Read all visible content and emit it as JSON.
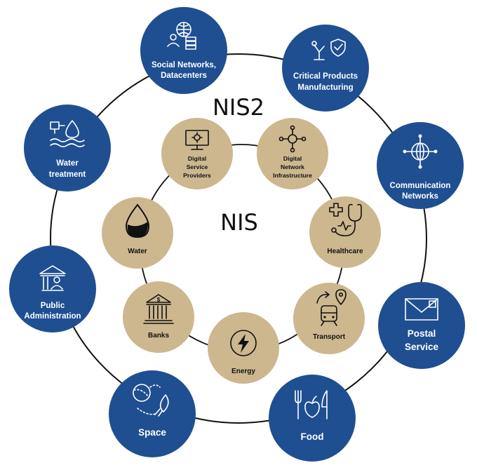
{
  "titles": {
    "outer": "NIS2",
    "inner": "NIS"
  },
  "colors": {
    "outer_node": "#1f4f91",
    "inner_node": "#cdb78f",
    "ring": "#111111"
  },
  "outer_nodes": [
    {
      "key": "social",
      "lines": [
        "Social Networks,",
        "Datacenters"
      ],
      "icon": "network-server-icon"
    },
    {
      "key": "critical",
      "lines": [
        "Critical Products",
        "Manufacturing"
      ],
      "icon": "robot-arm-shield-icon"
    },
    {
      "key": "comm",
      "lines": [
        "Communication",
        "Networks"
      ],
      "icon": "globe-network-icon"
    },
    {
      "key": "postal",
      "lines": [
        "Postal",
        "Service"
      ],
      "icon": "envelope-stamp-icon"
    },
    {
      "key": "food",
      "lines": [
        "Food"
      ],
      "icon": "fork-apple-knife-icon"
    },
    {
      "key": "space",
      "lines": [
        "Space"
      ],
      "icon": "rocket-orbit-icon"
    },
    {
      "key": "public",
      "lines": [
        "Public",
        "Administration"
      ],
      "icon": "government-building-icon"
    },
    {
      "key": "water_treatment",
      "lines": [
        "Water",
        "treatment"
      ],
      "icon": "water-treatment-icon"
    }
  ],
  "inner_nodes": [
    {
      "key": "dsp",
      "lines": [
        "Digital",
        "Service",
        "Providers"
      ],
      "icon": "monitor-gear-icon"
    },
    {
      "key": "dni",
      "lines": [
        "Digital",
        "Network",
        "Infrastructure"
      ],
      "icon": "network-hub-icon"
    },
    {
      "key": "healthcare",
      "lines": [
        "Healthcare"
      ],
      "icon": "stethoscope-heart-icon"
    },
    {
      "key": "transport",
      "lines": [
        "Transport"
      ],
      "icon": "train-location-icon"
    },
    {
      "key": "energy",
      "lines": [
        "Energy"
      ],
      "icon": "lightning-bolt-icon"
    },
    {
      "key": "banks",
      "lines": [
        "Banks"
      ],
      "icon": "bank-icon"
    },
    {
      "key": "water",
      "lines": [
        "Water"
      ],
      "icon": "water-drop-icon"
    }
  ]
}
